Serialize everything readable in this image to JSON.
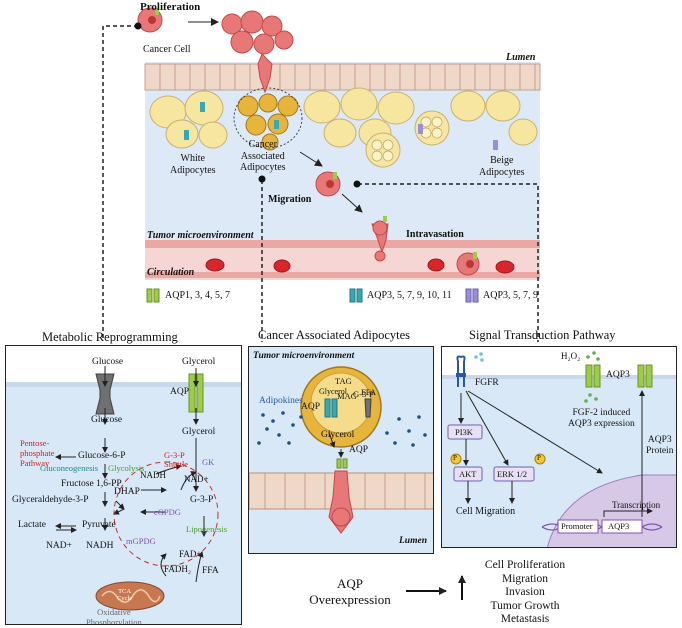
{
  "top": {
    "proliferation": "Proliferation",
    "cancer_cell": "Cancer Cell",
    "lumen": "Lumen",
    "white_adipocytes": "White\nAdipocytes",
    "caa": "Cancer\nAssociated\nAdipocytes",
    "beige_adipocytes": "Beige\nAdipocytes",
    "migration": "Migration",
    "tumor_microenvironment": "Tumor microenvironment",
    "intravasation": "Intravasation",
    "circulation": "Circulation"
  },
  "legend": {
    "green": "AQP1, 3, 4, 5, 7",
    "teal": "AQP3, 5, 7, 9, 10, 11",
    "purple": "AQP3, 5, 7, 9"
  },
  "colors": {
    "aqp_green": "#9ccc4a",
    "aqp_teal": "#3aa8b4",
    "aqp_purple": "#9a8ed8",
    "lumen_bg": "#dde9f6",
    "cells": "#f0d8c8",
    "adipocyte": "#f7e6a0",
    "caa_fill": "#e8b53c",
    "vessel": "#f6d6d4",
    "rbc": "#d8262c",
    "red_text": "#cc2020",
    "green_text": "#44a030",
    "purple_text": "#8050b8",
    "teal_text": "#1a8a8a"
  },
  "panels": {
    "metabolic": {
      "title": "Metabolic Reprogramming",
      "glucose_top": "Glucose",
      "glycerol_top": "Glycerol",
      "aqp": "AQP",
      "glucose": "Glucose",
      "glycerol": "Glycerol",
      "ppp": "Pentose-\nphosphate\nPathway",
      "g6p": "Glucose-6-P",
      "gluconeogenesis": "Gluconeogenesis",
      "glycolysis": "Glycolysis",
      "g3p_shuttle": "G-3-P\nShuttle",
      "gk": "GK",
      "f16pp": "Fructose 1,6-PP",
      "nadh1": "NADH",
      "nadp": "NAD+",
      "g3ph": "Glyceraldehyde-3-P",
      "dhap": "DHAP",
      "g3p": "G-3-P",
      "cgpdg": "cGPDG",
      "lactate": "Lactate",
      "pyruvate": "Pyruvate",
      "lipogenesis": "Lipogenesis",
      "mgpdg": "mGPDG",
      "nad2": "NAD+",
      "nadh2": "NADH",
      "fad": "FAD+",
      "fadh2": "FADH₂",
      "ffa": "FFA",
      "tca": "TCA\nCycle",
      "oxphos": "Oxidative\nPhosphorylation"
    },
    "caa": {
      "title": "Cancer Associated Adipocytes",
      "tme": "Tumor microenvironment",
      "adipokines": "Adipokines",
      "tag": "TAG",
      "mag": "MAG",
      "g3p": "G-3-P",
      "glycerol_in": "Glycerol",
      "ffa": "FFA",
      "aqp1": "AQP",
      "glycerol_out": "Glycerol",
      "aqp2": "AQP",
      "lumen": "Lumen"
    },
    "signal": {
      "title": "Signal Transduction Pathway",
      "h2o2": "H₂O₂",
      "fgfr": "FGFR",
      "aqp3": "AQP3",
      "pi3k": "PI3K",
      "fgf2": "FGF-2 induced\nAQP3 expression",
      "aqp3_protein": "AQP3\nProtein",
      "p": "P",
      "akt": "AKT",
      "erk": "ERK 1/2",
      "cell_migration": "Cell Migration",
      "transcription": "Transcription",
      "promoter": "Promoter",
      "aqp3_gene": "AQP3"
    }
  },
  "bottom": {
    "aqp_over": "AQP\nOverexpression",
    "outcomes": "Cell Proliferation\nMigration\nInvasion\nTumor Growth\nMetastasis"
  }
}
